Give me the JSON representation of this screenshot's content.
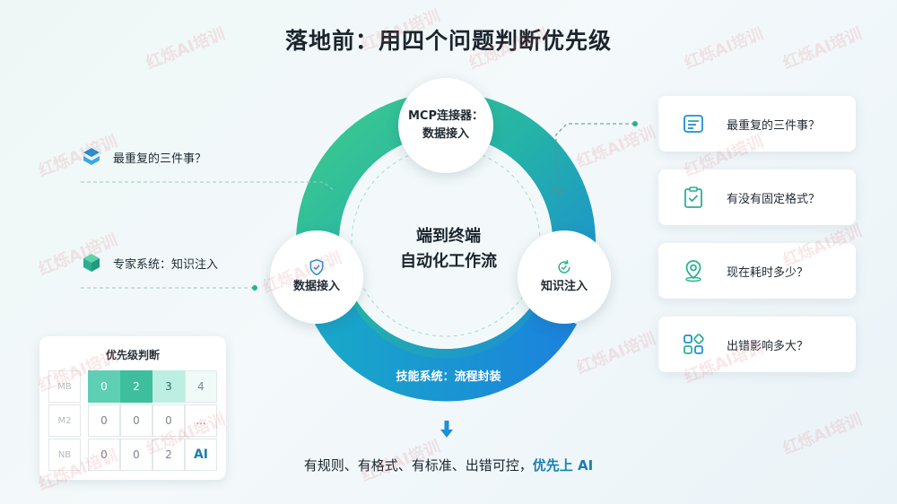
{
  "title": "落地前：用四个问题判断优先级",
  "center": {
    "line1": "端到终端",
    "line2": "自动化工作流"
  },
  "nodes": {
    "top": {
      "line1": "MCP连接器：",
      "line2": "数据接入"
    },
    "left": {
      "label": "数据接入",
      "icon": "shield-check-icon"
    },
    "right": {
      "label": "知识注入",
      "icon": "refresh-check-icon"
    }
  },
  "bottom_band": "技能系统：流程封装",
  "left_items": [
    {
      "label": "最重复的三件事？",
      "icon": "stack-box-icon"
    },
    {
      "label": "专家系统：知识注入",
      "icon": "cube-icon"
    }
  ],
  "priority_table": {
    "title": "优先级判断",
    "rows": [
      {
        "label": "MB",
        "cells": [
          "0",
          "2",
          "3",
          "4"
        ]
      },
      {
        "label": "M2",
        "cells": [
          "0",
          "0",
          "0",
          "..."
        ]
      },
      {
        "label": "NB",
        "cells": [
          "0",
          "0",
          "2",
          "AI"
        ]
      }
    ]
  },
  "right_cards": [
    {
      "label": "最重复的三件事？",
      "icon": "document-lines-icon"
    },
    {
      "label": "有没有固定格式？",
      "icon": "clipboard-check-icon"
    },
    {
      "label": "现在耗时多少？",
      "icon": "location-pin-icon"
    },
    {
      "label": "出错影响多大？",
      "icon": "grid-blocks-icon"
    }
  ],
  "conclusion": {
    "prefix": "有规则、有格式、有标准、出错可控，",
    "highlight": "优先上 AI"
  },
  "watermark": "红烁AI培训",
  "colors": {
    "green": "#2fc08f",
    "blue": "#1f8fd8",
    "accent_text": "#1a7fb0"
  }
}
